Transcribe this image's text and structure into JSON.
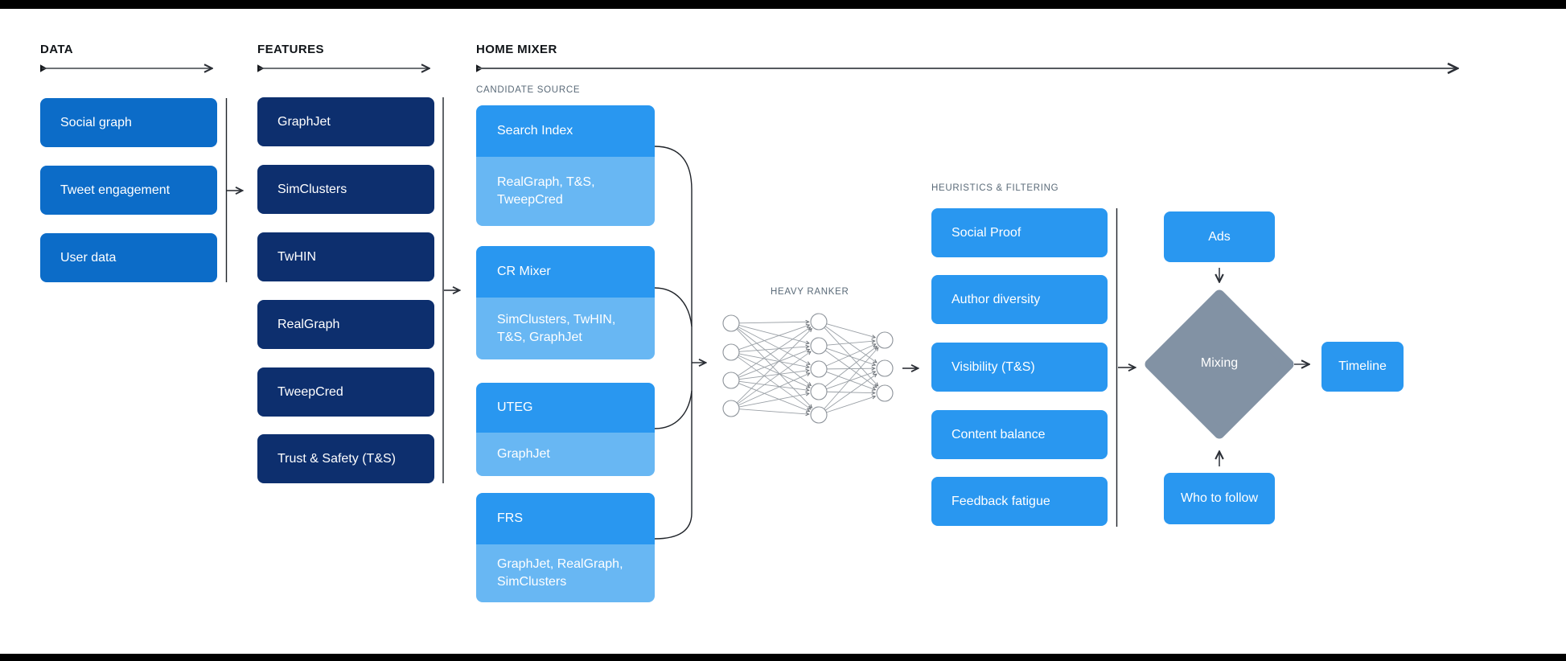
{
  "colors": {
    "data_box": "#0c6cc8",
    "features_box": "#0d2f6e",
    "candidate_header": "#2997f0",
    "candidate_sub": "#68b7f3",
    "heuristics_box": "#2997f0",
    "output_box": "#2997f0",
    "diamond": "#8292a4",
    "sub_label": "#5a6a78"
  },
  "sections": {
    "data": {
      "label": "DATA",
      "items": [
        "Social graph",
        "Tweet engagement",
        "User data"
      ]
    },
    "features": {
      "label": "FEATURES",
      "items": [
        "GraphJet",
        "SimClusters",
        "TwHIN",
        "RealGraph",
        "TweepCred",
        "Trust & Safety (T&S)"
      ]
    },
    "home_mixer": {
      "label": "HOME MIXER",
      "candidate_source": {
        "label": "CANDIDATE SOURCE",
        "cards": [
          {
            "title": "Search Index",
            "features": "RealGraph, T&S, TweepCred"
          },
          {
            "title": "CR Mixer",
            "features": "SimClusters, TwHIN, T&S, GraphJet"
          },
          {
            "title": "UTEG",
            "features": "GraphJet"
          },
          {
            "title": "FRS",
            "features": "GraphJet, RealGraph, SimClusters"
          }
        ]
      },
      "heavy_ranker": {
        "label": "HEAVY RANKER"
      },
      "heuristics": {
        "label": "HEURISTICS & FILTERING",
        "items": [
          "Social Proof",
          "Author diversity",
          "Visibility (T&S)",
          "Content balance",
          "Feedback fatigue"
        ]
      },
      "mixing_stage": {
        "ads": "Ads",
        "diamond": "Mixing",
        "who_to_follow": "Who to follow",
        "timeline": "Timeline"
      }
    }
  }
}
